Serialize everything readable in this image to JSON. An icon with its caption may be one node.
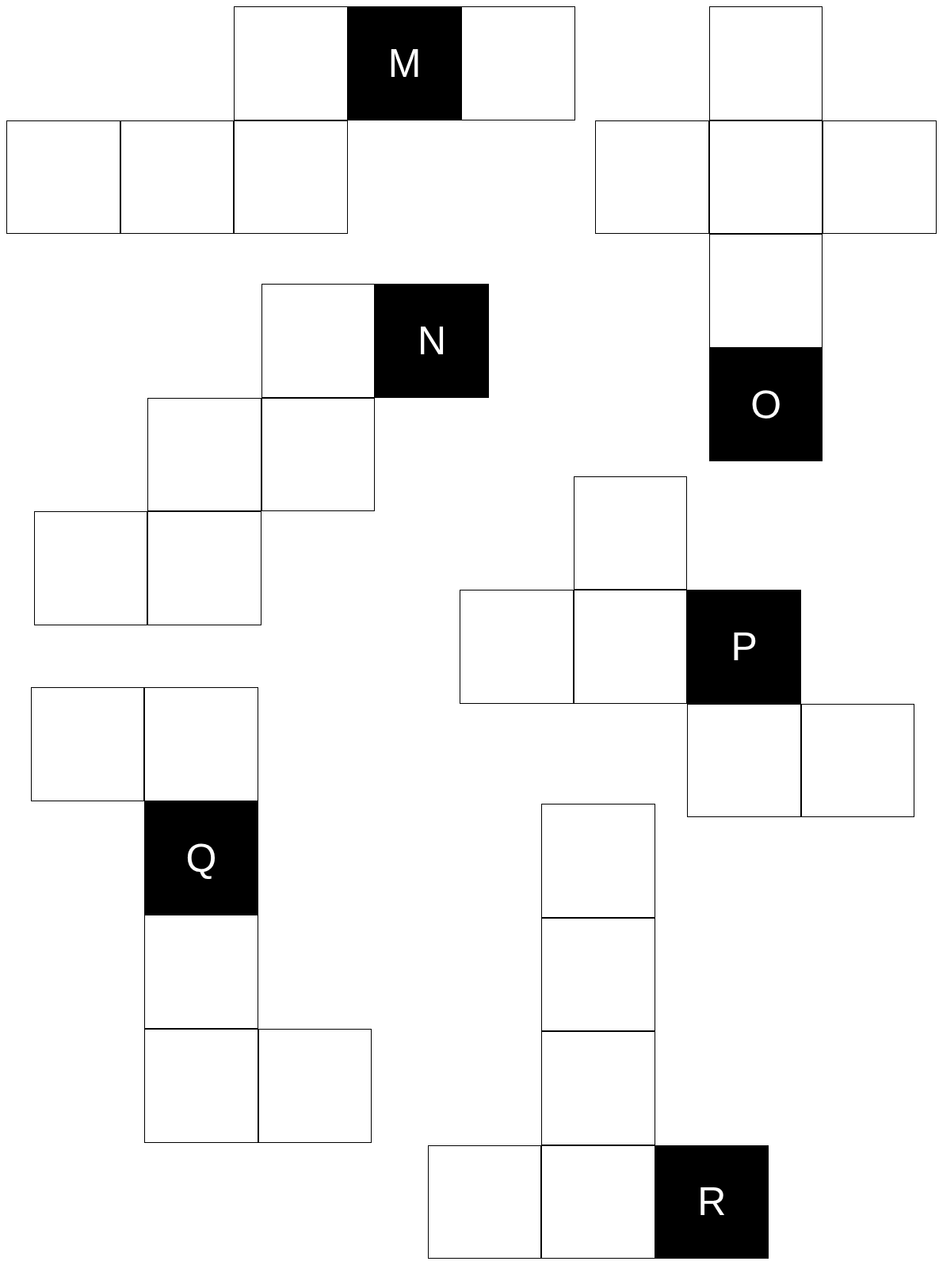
{
  "diagram": {
    "nodes": [
      {
        "text": [],
        "shape": "box"
      },
      {
        "text": [
          "M"
        ]
      },
      {
        "text": [],
        "shape": "box"
      },
      {
        "text": [],
        "shape": "box"
      },
      {
        "text": [],
        "shape": "box"
      },
      {
        "text": [],
        "shape": "box"
      },
      {
        "text": [],
        "shape": "box"
      },
      {
        "text": [],
        "shape": "box"
      },
      {
        "text": [],
        "shape": "box"
      },
      {
        "text": [],
        "shape": "box"
      },
      {
        "text": [],
        "shape": "box"
      },
      {
        "text": [
          "O"
        ]
      },
      {
        "text": [],
        "shape": "box"
      },
      {
        "text": [
          "N"
        ]
      },
      {
        "text": [],
        "shape": "box"
      },
      {
        "text": [],
        "shape": "box"
      },
      {
        "text": [],
        "shape": "box"
      },
      {
        "text": [],
        "shape": "box"
      },
      {
        "text": [],
        "shape": "box"
      },
      {
        "text": [],
        "shape": "box"
      },
      {
        "text": [],
        "shape": "box"
      },
      {
        "text": [
          "P"
        ]
      },
      {
        "text": [],
        "shape": "box"
      },
      {
        "text": [],
        "shape": "box"
      },
      {
        "text": [],
        "shape": "box"
      },
      {
        "text": [],
        "shape": "box"
      },
      {
        "text": [
          "Q"
        ]
      },
      {
        "text": [],
        "shape": "box"
      },
      {
        "text": [],
        "shape": "box"
      },
      {
        "text": [],
        "shape": "box"
      },
      {
        "text": [],
        "shape": "box"
      },
      {
        "text": [],
        "shape": "box"
      },
      {
        "text": [],
        "shape": "box"
      },
      {
        "text": [],
        "shape": "box"
      },
      {
        "text": [],
        "shape": "box"
      },
      {
        "text": [
          "R"
        ]
      }
    ]
  }
}
